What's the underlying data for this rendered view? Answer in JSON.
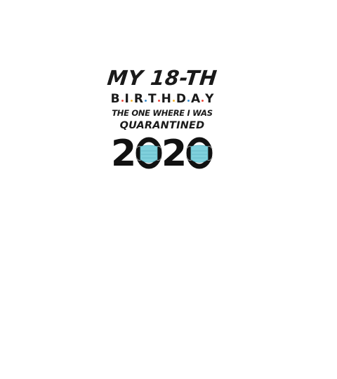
{
  "design": {
    "line1": "MY 18-TH",
    "line2_letters": [
      "B",
      "I",
      "R",
      "T",
      "H",
      "D",
      "A",
      "Y"
    ],
    "dot_colors": [
      "#e8463a",
      "#f2b535",
      "#3e8ed0",
      "#e8463a",
      "#f2b535",
      "#3e8ed0",
      "#e8463a"
    ],
    "line3": "THE ONE WHERE I WAS",
    "line4": "QUARANTINED",
    "year_digit_1": "2",
    "year_digit_3": "2",
    "mask_color": "#7fd0dc",
    "mask_icon": "face-mask-icon"
  }
}
